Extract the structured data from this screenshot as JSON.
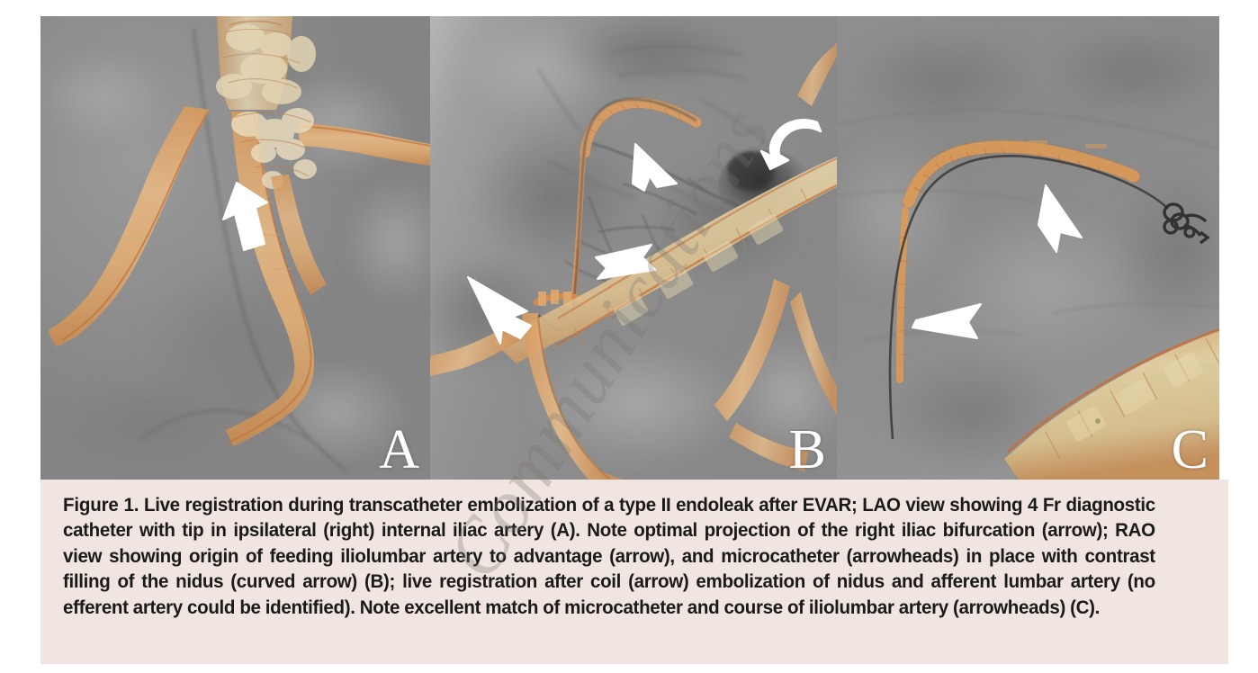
{
  "figure": {
    "label": "Figure 1.",
    "caption": "Live registration during transcatheter embolization of a type II endoleak after EVAR; LAO view showing 4 Fr diagnostic catheter with tip in ipsilateral (right) internal iliac artery (A). Note optimal projection of the right iliac bifurcation (arrow); RAO view showing origin of feeding iliolumbar artery to advantage (arrow), and microcatheter (arrowheads) in place with contrast filling of the nidus (curved arrow) (B); live registration after coil (arrow) embolization of nidus and afferent lumbar artery (no efferent artery could be identified). Note excellent match of microcatheter and course of iliolumbar artery (arrowheads) (C).",
    "caption_background": "#f0e5e0",
    "caption_text_color": "#1a1a1a"
  },
  "watermark": {
    "text": "Communications",
    "color": "#787370"
  },
  "panels": [
    {
      "letter": "A",
      "name": "panel-a-lao-view",
      "modality": "3D CT angiography overlay on live fluoroscopy",
      "view": "LAO",
      "description": "4 Fr diagnostic catheter with tip in ipsilateral (right) internal iliac artery; optimal projection of the right iliac bifurcation",
      "annotations": [
        {
          "type": "arrow",
          "name": "arrow-iliac-bifurcation",
          "points_to": "right iliac bifurcation"
        }
      ],
      "colors": {
        "background": "#8d8d8d",
        "vessel_overlay": "#e3a86a",
        "vessel_highlight": "#ece0c4",
        "annotation": "#ffffff"
      }
    },
    {
      "letter": "B",
      "name": "panel-b-rao-view",
      "modality": "3D CT angiography overlay on live fluoroscopy",
      "view": "RAO",
      "description": "Origin of feeding iliolumbar artery to advantage; microcatheter in place with contrast filling of the nidus",
      "annotations": [
        {
          "type": "arrow",
          "name": "arrow-iliolumbar-origin",
          "points_to": "origin of feeding iliolumbar artery"
        },
        {
          "type": "arrowhead",
          "name": "arrowhead-microcatheter-upper",
          "points_to": "microcatheter"
        },
        {
          "type": "arrowhead",
          "name": "arrowhead-microcatheter-lower",
          "points_to": "microcatheter"
        },
        {
          "type": "curved-arrow",
          "name": "curved-arrow-nidus",
          "points_to": "contrast filling of the nidus"
        }
      ],
      "colors": {
        "background": "#8d8d8d",
        "vessel_overlay": "#e0a97a",
        "vessel_highlight": "#e8dcb8",
        "annotation": "#ffffff"
      }
    },
    {
      "letter": "C",
      "name": "panel-c-post-embolization",
      "modality": "Live registration after coil embolization",
      "view": "post-embolization",
      "description": "Live registration after coil embolization of nidus and afferent lumbar artery; excellent match of microcatheter and course of iliolumbar artery",
      "annotations": [
        {
          "type": "arrowhead",
          "name": "arrowhead-iliolumbar-upper",
          "points_to": "course of iliolumbar artery / microcatheter"
        },
        {
          "type": "arrowhead",
          "name": "arrowhead-iliolumbar-lower",
          "points_to": "course of iliolumbar artery / microcatheter"
        },
        {
          "type": "coil-mass",
          "name": "coil-mass",
          "points_to": "embolization coil"
        }
      ],
      "colors": {
        "background": "#8d8d8d",
        "vessel_overlay": "#e0a060",
        "vessel_highlight": "#e3d5b0",
        "annotation": "#ffffff"
      }
    }
  ]
}
